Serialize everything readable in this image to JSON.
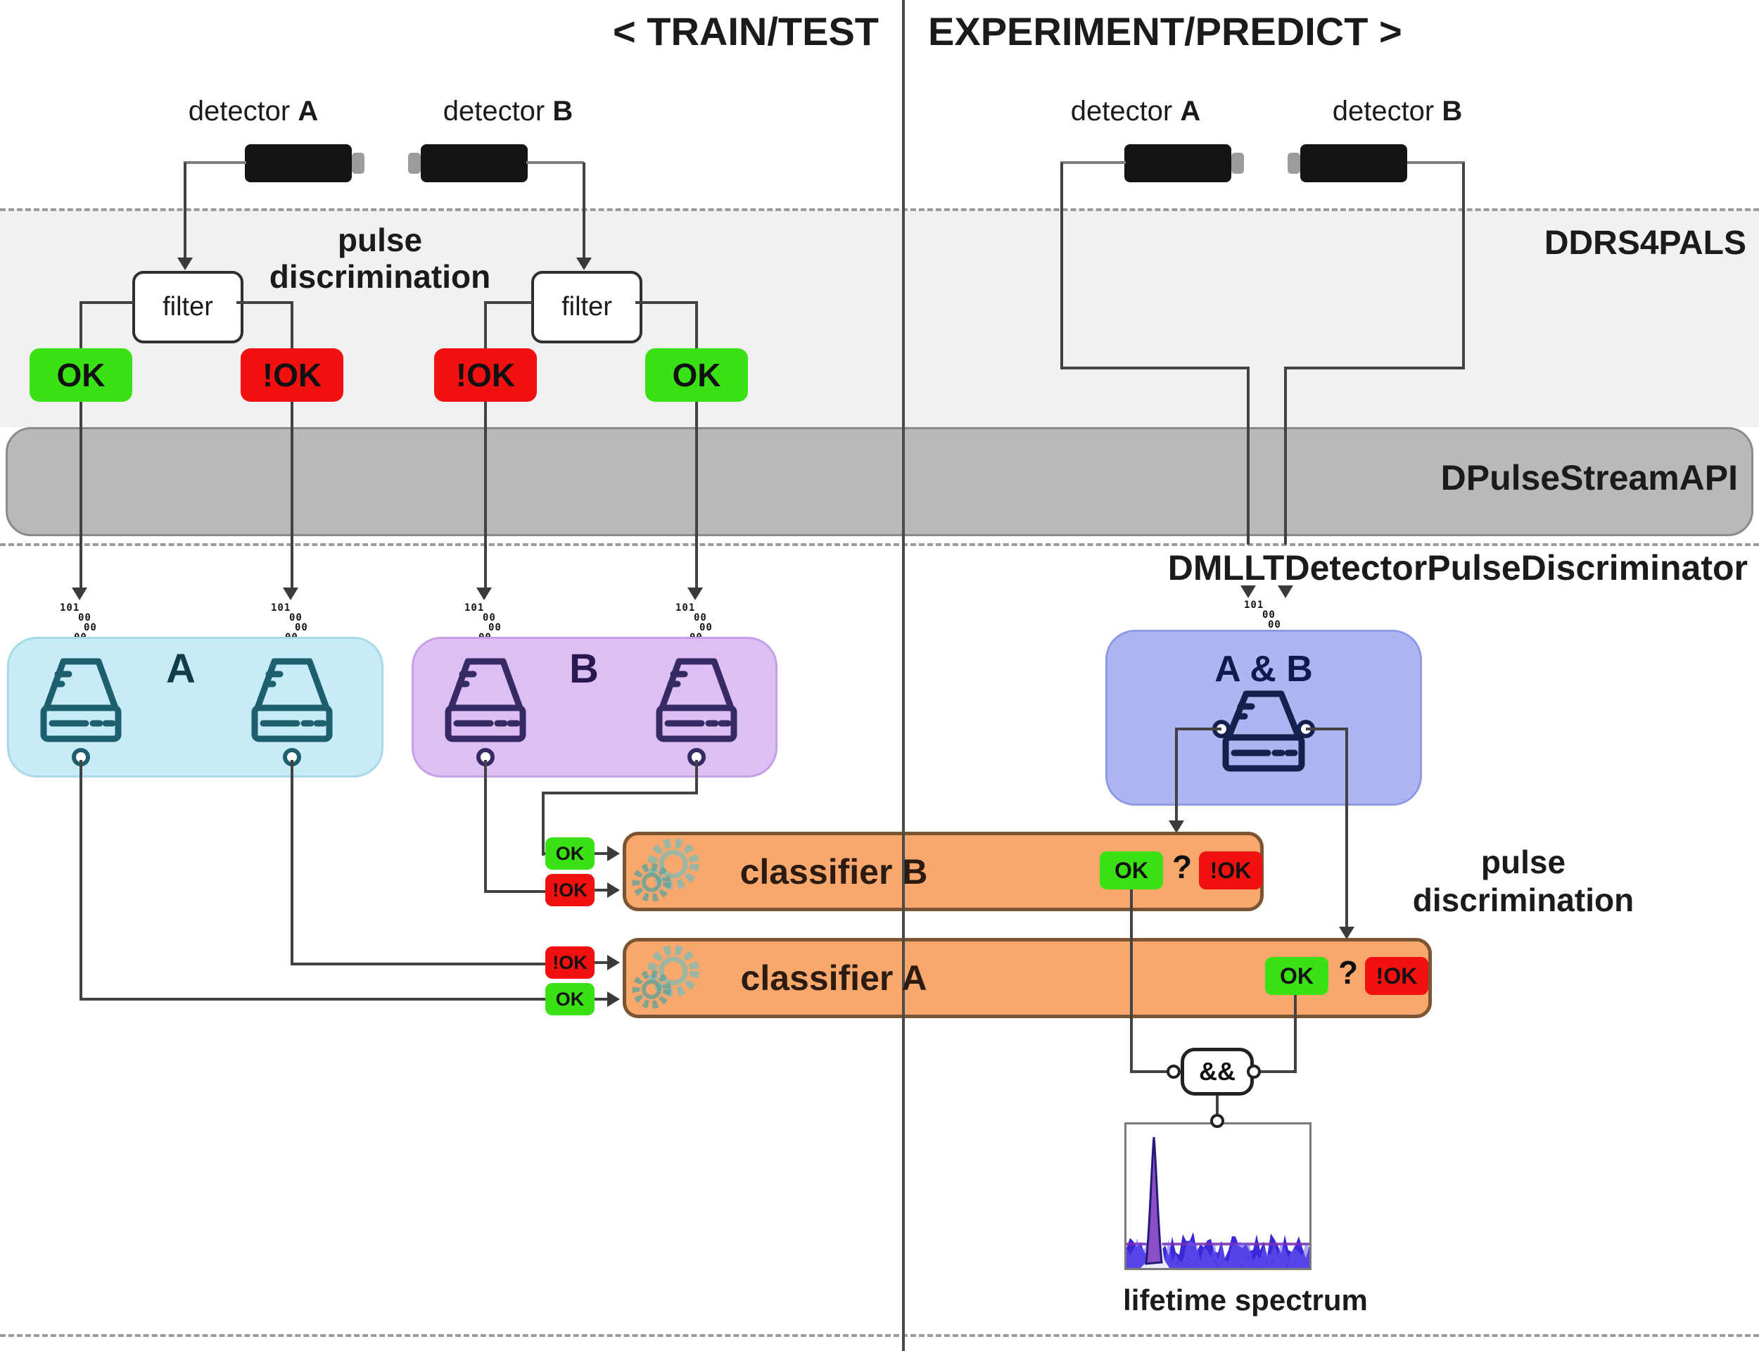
{
  "header": {
    "train_test": "< TRAIN/TEST",
    "experiment_predict": "EXPERIMENT/PREDICT >"
  },
  "layers": {
    "ddrs4pals": "DDRS4PALS",
    "dpulse_stream_api": "DPulseStreamAPI",
    "dmllt_discriminator": "DMLLTDetectorPulseDiscriminator"
  },
  "annotations": {
    "pulse_line1": "pulse",
    "pulse_line2": "discrimination",
    "lifetime_caption": "lifetime spectrum"
  },
  "detector": {
    "word": "detector",
    "a": "A",
    "b": "B"
  },
  "filter_label": "filter",
  "badge": {
    "ok": "OK",
    "nok": "!OK",
    "question": "?"
  },
  "groups": {
    "a": "A",
    "b": "B",
    "ab": "A & B"
  },
  "classifier": {
    "a": "classifier A",
    "b": "classifier B"
  },
  "and_gate": "&&",
  "stream_bits": [
    "101",
    "00",
    "00",
    "00",
    "101"
  ],
  "colors": {
    "ok_green": "#3ae215",
    "nok_red": "#f21111",
    "group_a_fill": "#c8ecf7",
    "group_b_fill": "#ddbff4",
    "group_ab_fill": "#aeb6f2",
    "classifier_fill": "#f9a86d",
    "band_light": "#f1f1f1",
    "band_gray": "#b9b9b9",
    "spectrum_blue": "#2a17d6",
    "spectrum_purple": "#7a2fb5"
  }
}
